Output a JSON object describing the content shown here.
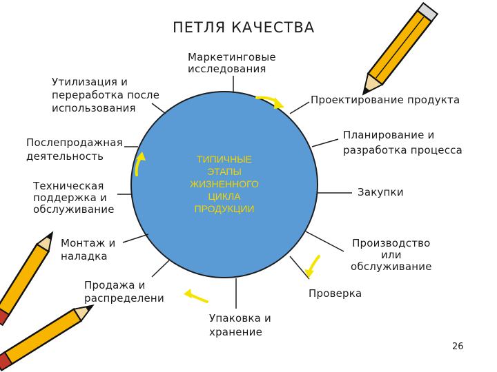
{
  "title": "ПЕТЛЯ КАЧЕСТВА",
  "center": "ТИПИЧНЫЕ\nЭТАПЫ\nЖИЗНЕННОГО\nЦИКЛА\nПРОДУКЦИИ",
  "stages": {
    "marketing": "Маркетинговые\nисследования",
    "design": "Проектирование продукта",
    "process_planning": "Планирование и\nразработка процесса",
    "purchasing": "Закупки",
    "production": "Производство\nили\nобслуживание",
    "inspection": "Проверка",
    "packaging": "Упаковка и\nхранение",
    "sales": "Продажа и\nраспределени",
    "installation": "Монтаж и\nналадка",
    "technical_support": "Техническая\nподдержка и\nобслуживание",
    "after_sales": "Послепродажная\nдеятельность",
    "disposal": "Утилизация и\nпереработка после\nиспользования"
  },
  "page_number": "26",
  "colors": {
    "circle": "#5b9bd5",
    "circle_outline": "#1f1f1f",
    "center_text": "#f2d400",
    "arrow": "#f5e400",
    "spoke": "#1f1f1f"
  }
}
